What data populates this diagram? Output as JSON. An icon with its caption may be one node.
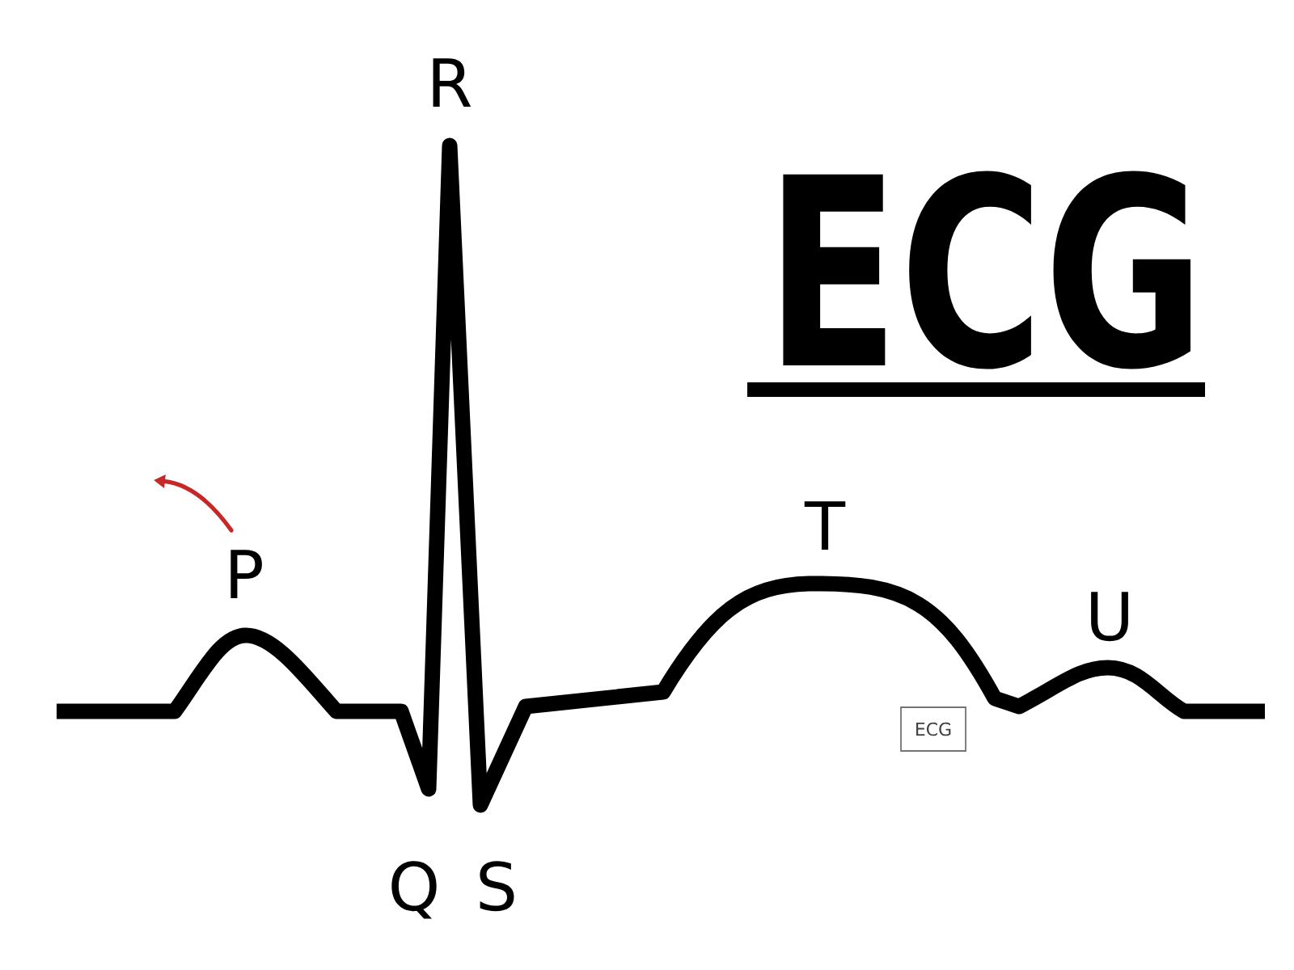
{
  "diagram": {
    "title": "ECG",
    "nodes": [
      {
        "text": [
          "ECG"
        ]
      }
    ],
    "labels": [
      "R",
      "P",
      "T",
      "U",
      "Q",
      "S"
    ]
  }
}
